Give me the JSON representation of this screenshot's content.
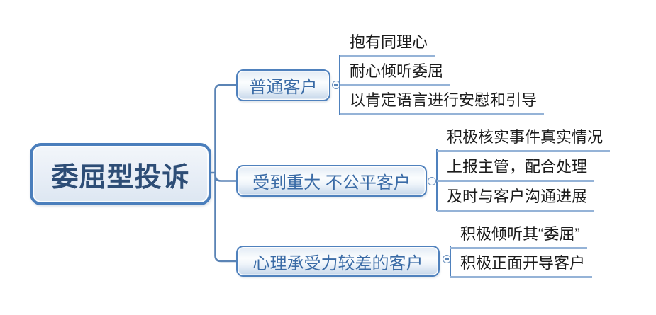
{
  "root": {
    "label": "委屈型投诉"
  },
  "branches": [
    {
      "label": "普通客户",
      "children": [
        "抱有同理心",
        "耐心倾听委屈",
        "以肯定语言进行安慰和引导"
      ]
    },
    {
      "label": "受到重大 不公平客户",
      "children": [
        "积极核实事件真实情况",
        "上报主管，配合处理",
        "及时与客户沟通进展"
      ]
    },
    {
      "label": "心理承受力较差的客户",
      "children": [
        "积极倾听其“委屈”",
        "积极正面开导客户"
      ]
    }
  ],
  "icons": {
    "collapse_toggle": "minus-circle"
  },
  "colors": {
    "node_border": "#4f81bd",
    "root_border": "#4a7ebc",
    "connector": "#5b84b5",
    "leaf_underline": "#95b3d7",
    "branch_text": "#3a6ba6",
    "root_text": "#2d4d76",
    "leaf_text": "#1c1c1c",
    "background": "#ffffff"
  }
}
